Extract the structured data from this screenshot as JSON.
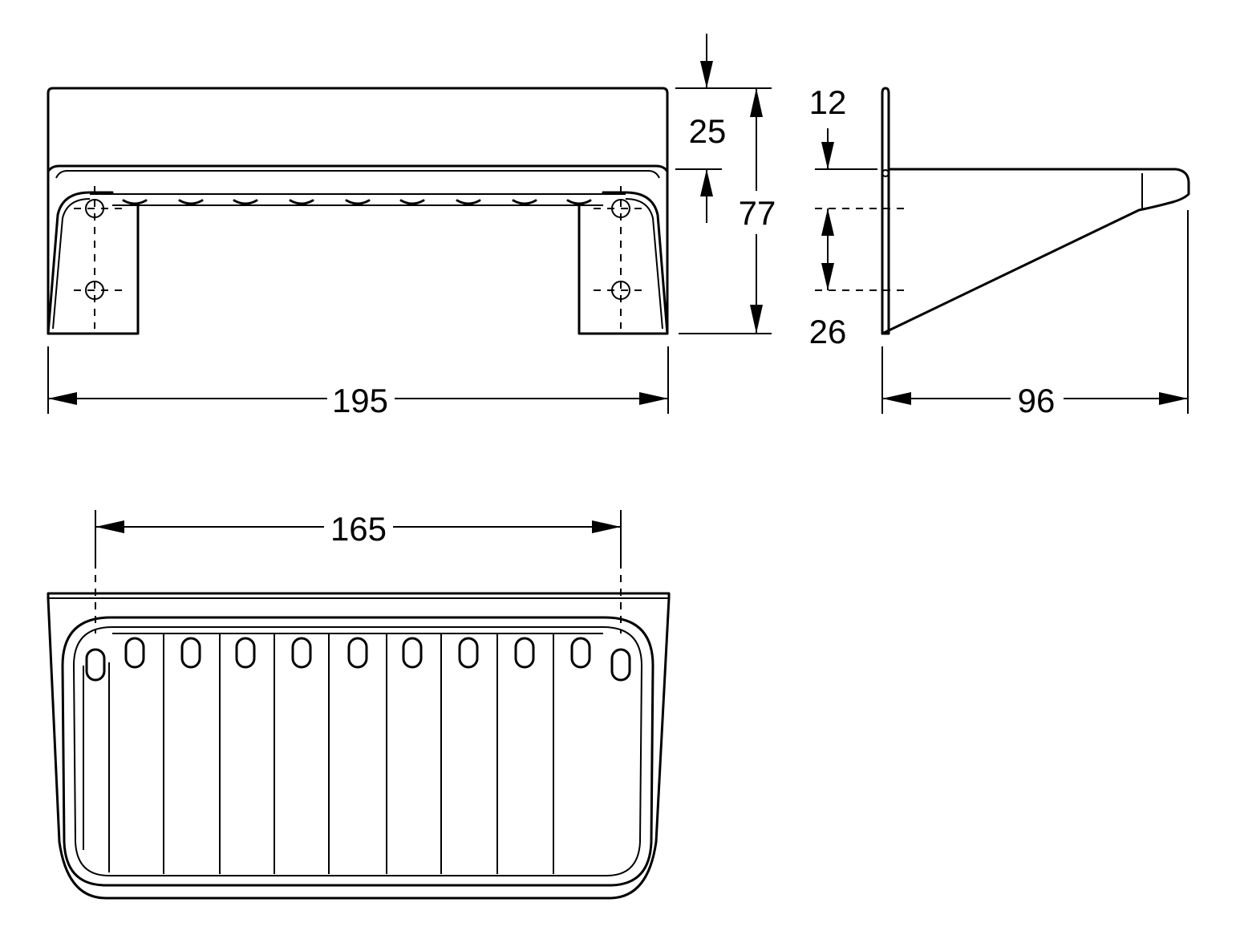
{
  "dimensions": {
    "width_total": "195",
    "shelf_height": "25",
    "total_height": "77",
    "top_offset": "12",
    "hole_spacing_vertical": "26",
    "depth": "96",
    "hole_spacing_horizontal": "165"
  },
  "colors": {
    "line": "#000000",
    "background": "#ffffff"
  }
}
